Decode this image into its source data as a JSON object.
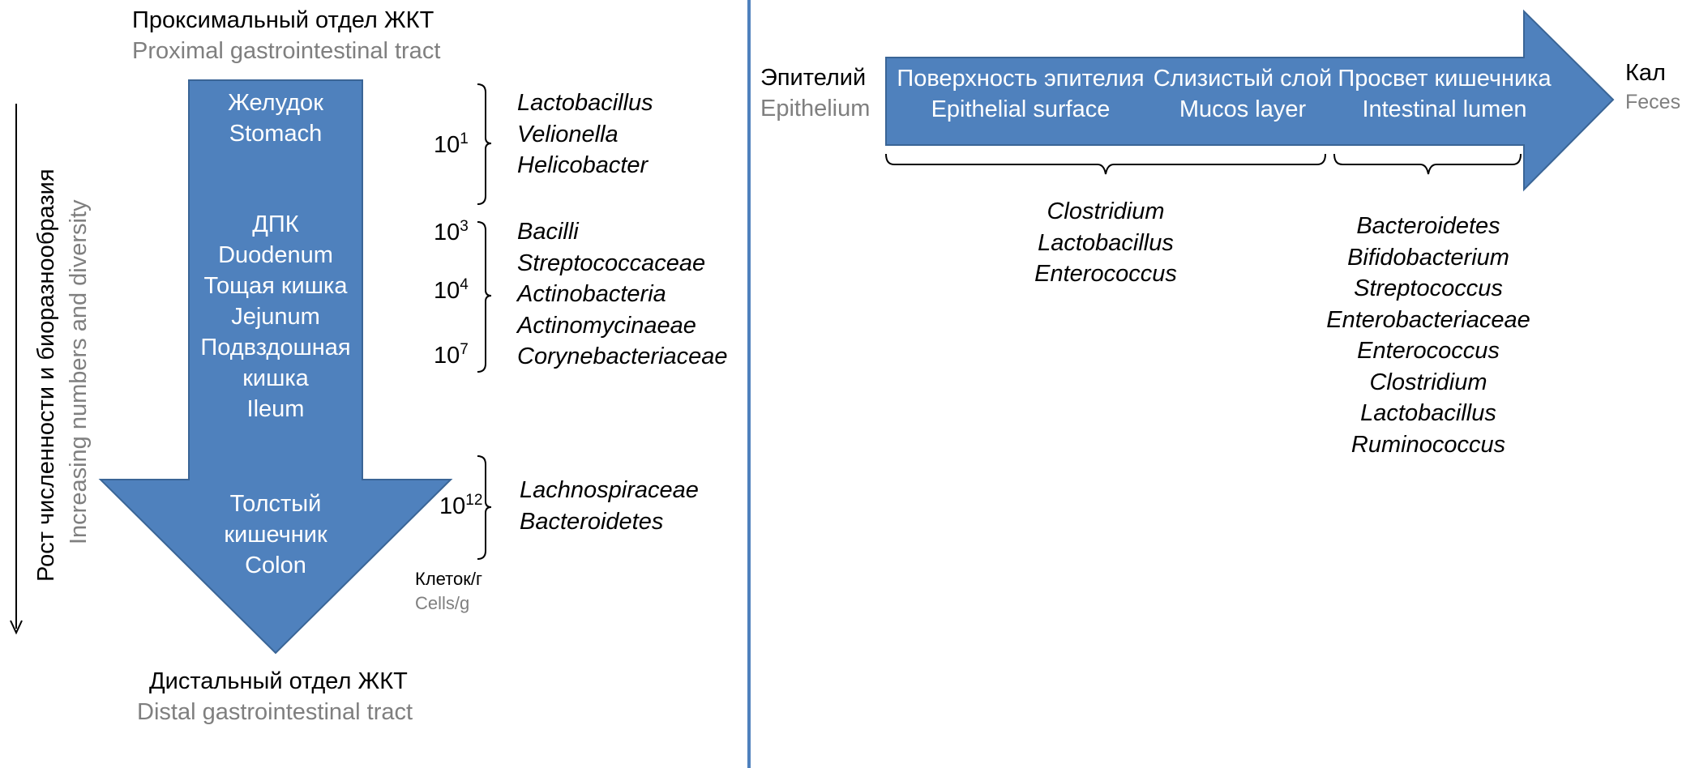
{
  "colors": {
    "arrow_fill": "#4f81bd",
    "arrow_stroke": "#3a6596",
    "divider": "#4f81bd",
    "secondary_text": "#7f7f7f"
  },
  "left": {
    "top_label_ru": "Проксимальный отдел ЖКТ",
    "top_label_en": "Proximal gastrointestinal tract",
    "bottom_label_ru": "Дистальный отдел ЖКТ",
    "bottom_label_en": "Distal gastrointestinal tract",
    "side_label_ru": "Рост численности и биоразнообразия",
    "side_label_en": "Increasing numbers and diversity",
    "segments": {
      "stomach_ru": "Желудок",
      "stomach_en": "Stomach",
      "duodenum_ru": "ДПК",
      "duodenum_en": "Duodenum",
      "jejunum_ru": "Тощая кишка",
      "jejunum_en": "Jejunum",
      "ileum_ru_1": "Подвздошная",
      "ileum_ru_2": "кишка",
      "ileum_en": "Ileum",
      "colon_ru_1": "Толстый",
      "colon_ru_2": "кишечник",
      "colon_en": "Colon"
    },
    "counts": {
      "stomach": {
        "base": "10",
        "exp": "1"
      },
      "duodenum": {
        "base": "10",
        "exp": "3"
      },
      "jejunum": {
        "base": "10",
        "exp": "4"
      },
      "ileum": {
        "base": "10",
        "exp": "7"
      },
      "colon": {
        "base": "10",
        "exp": "12"
      }
    },
    "unit_ru": "Клеток/г",
    "unit_en": "Cells/g",
    "taxa_stomach": [
      "Lactobacillus",
      "Velionella",
      "Helicobacter"
    ],
    "taxa_small_intestine": [
      "Bacilli",
      "Streptococcaceae",
      "Actinobacteria",
      "Actinomycinaeae",
      "Corynebacteriaceae"
    ],
    "taxa_colon": [
      "Lachnospiraceae",
      "Bacteroidetes"
    ]
  },
  "right": {
    "start_ru": "Эпителий",
    "start_en": "Epithelium",
    "end_ru": "Кал",
    "end_en": "Feces",
    "zones": [
      {
        "ru": "Поверхность эпителия",
        "en": "Epithelial surface"
      },
      {
        "ru": "Слизистый слой",
        "en": "Mucos layer"
      },
      {
        "ru": "Просвет кишечника",
        "en": "Intestinal lumen"
      }
    ],
    "taxa_mucosal": [
      "Clostridium",
      "Lactobacillus",
      "Enterococcus"
    ],
    "taxa_lumen": [
      "Bacteroidetes",
      "Bifidobacterium",
      "Streptococcus",
      "Enterobacteriaceae",
      "Enterococcus",
      "Clostridium",
      "Lactobacillus",
      "Ruminococcus"
    ]
  }
}
